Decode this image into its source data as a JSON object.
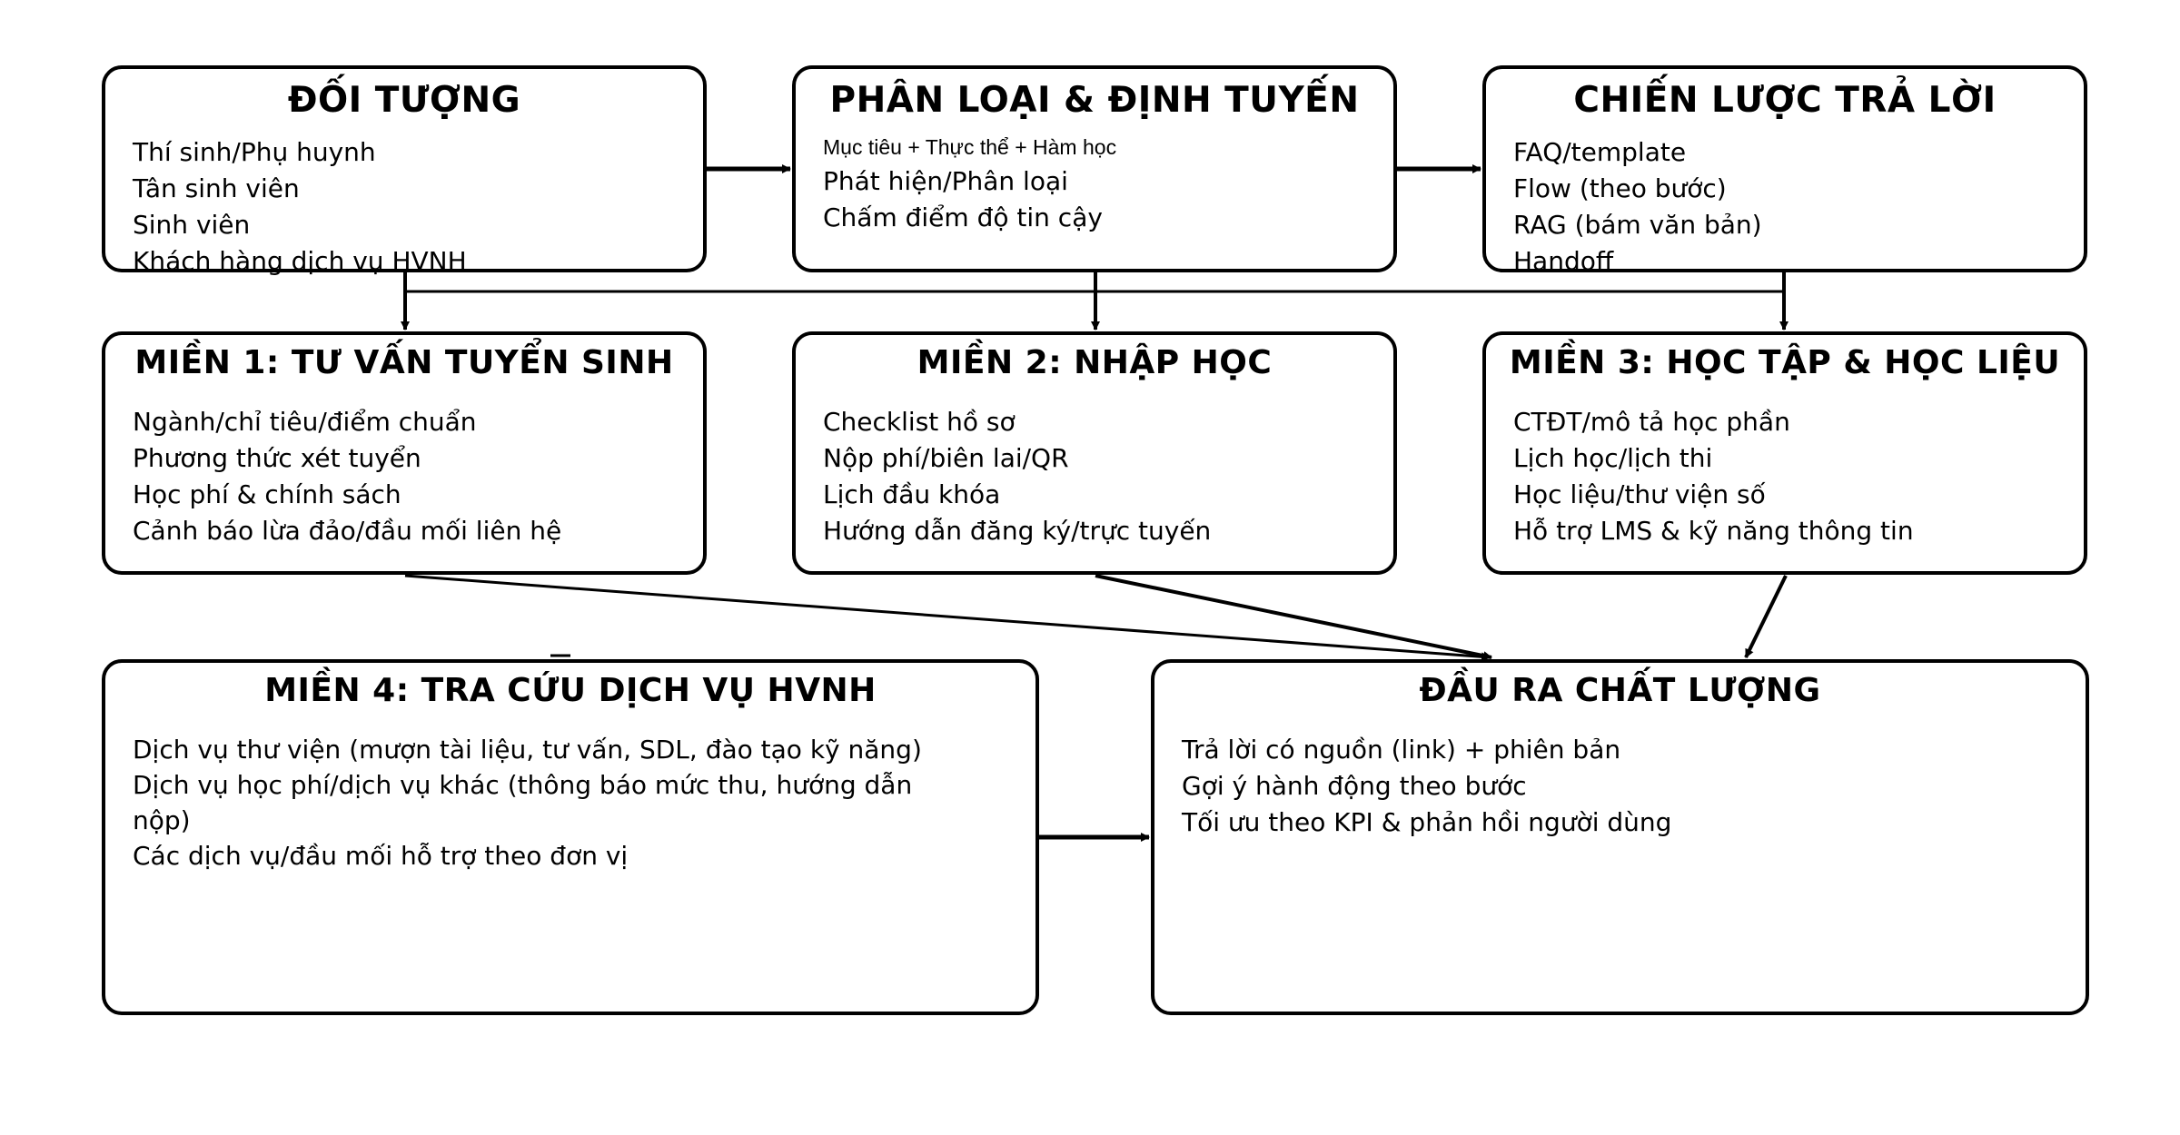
{
  "boxes": {
    "audience": {
      "title": "ĐỐI TƯỢNG",
      "items": [
        "Thí sinh/Phụ huynh",
        "Tân sinh viên",
        "Sinh viên",
        "Khách hàng dịch vụ HVNH"
      ]
    },
    "routing": {
      "title": "PHÂN LOẠI & ĐỊNH TUYẾN",
      "subtitle": "Mục tiêu + Thực thể + Hàm học",
      "items": [
        "Phát hiện/Phân loại",
        "Chấm điểm độ tin cậy"
      ]
    },
    "strategy": {
      "title": "CHIẾN LƯỢC TRẢ LỜI",
      "items": [
        "FAQ/template",
        "Flow (theo bước)",
        "RAG (bám văn bản)",
        "Handoff"
      ]
    },
    "domain1": {
      "title": "MIỀN 1: TƯ VẤN TUYỂN SINH",
      "items": [
        "Ngành/chỉ tiêu/điểm chuẩn",
        "Phương thức xét tuyển",
        "Học phí & chính sách",
        "Cảnh báo lừa đảo/đầu mối liên hệ"
      ]
    },
    "domain2": {
      "title": "MIỀN 2: NHẬP HỌC",
      "items": [
        "Checklist hồ sơ",
        "Nộp phí/biên lai/QR",
        "Lịch đầu khóa",
        "Hướng dẫn đăng ký/trực tuyến"
      ]
    },
    "domain3": {
      "title": "MIỀN 3: HỌC TẬP & HỌC LIỆU",
      "items": [
        "CTĐT/mô tả học phần",
        "Lịch học/lịch thi",
        "Học liệu/thư viện số",
        "Hỗ trợ LMS & kỹ năng thông tin"
      ]
    },
    "domain4": {
      "title": "MIỀN 4: TRA CỨU DỊCH VỤ HVNH",
      "items": [
        "Dịch vụ thư viện (mượn tài liệu, tư vấn, SDL, đào tạo kỹ năng)",
        "Dịch vụ học phí/dịch vụ khác (thông báo mức thu, hướng dẫn nộp)",
        "Các dịch vụ/đầu mối hỗ trợ theo đơn vị"
      ]
    },
    "output": {
      "title": "ĐẦU RA CHẤT LƯỢNG",
      "items": [
        "Trả lời có nguồn (link) + phiên bản",
        "Gợi ý hành động theo bước",
        "Tối ưu theo KPI & phản hồi người dùng"
      ]
    }
  }
}
